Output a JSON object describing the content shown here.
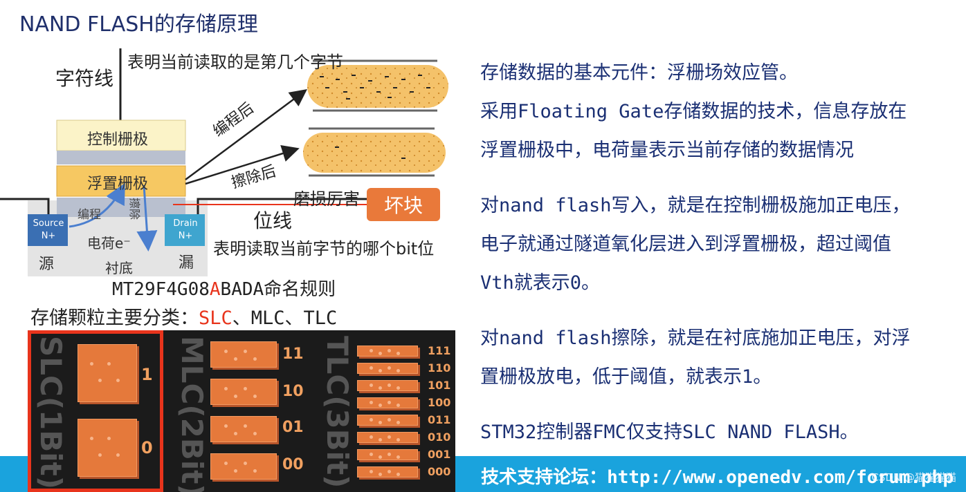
{
  "title": "NAND FLASH的存储原理",
  "diagram": {
    "word_line": "字符线",
    "word_line_note": "表明当前读取的是第几个字节",
    "control_gate": "控制栅极",
    "floating_gate": "浮置栅极",
    "after_program": "编程后",
    "after_erase": "擦除后",
    "wear": "磨损厉害",
    "bad_block": "坏块",
    "program": "编程",
    "erase": "擦除",
    "source": "Source",
    "source_np": "N+",
    "drain": "Drain",
    "drain_np": "N+",
    "charge": "电荷e⁻",
    "source_cn": "源",
    "drain_cn": "漏",
    "substrate": "衬底",
    "bit_line": "位线",
    "bit_line_note": "表明读取当前字节的哪个bit位",
    "naming_prefix": "MT29F4G08",
    "naming_highlight": "A",
    "naming_suffix": "BADA命名规则",
    "classify_prefix": "存储颗粒主要分类：",
    "classify_slc": "SLC",
    "classify_rest": "、MLC、TLC"
  },
  "cells": {
    "slc_label": "SLC(1Bit)",
    "mlc_label": "MLC(2Bit)",
    "tlc_label": "TLC(3Bit)",
    "slc_levels": [
      "1",
      "0"
    ],
    "mlc_levels": [
      "11",
      "10",
      "01",
      "00"
    ],
    "tlc_levels": [
      "111",
      "110",
      "101",
      "100",
      "011",
      "010",
      "001",
      "000"
    ]
  },
  "right_text": [
    "存储数据的基本元件：浮栅场效应管。",
    "采用Floating Gate存储数据的技术，信息存放在",
    "浮置栅极中，电荷量表示当前存储的数据情况",
    "",
    "对nand flash写入，就是在控制栅极施加正电压，",
    "电子就通过隧道氧化层进入到浮置栅极，超过阈值",
    "Vth就表示0。",
    "",
    "对nand flash擦除，就是在衬底施加正电压，对浮",
    "置栅极放电，低于阈值，就表示1。",
    "",
    "STM32控制器FMC仅支持SLC NAND FLASH。"
  ],
  "footer": {
    "text": "技术支持论坛：http://www.openedv.com/forum.php",
    "watermark": "CSDN @猫猫猫猫"
  },
  "colors": {
    "accent_red": "#e8341c",
    "orange": "#e8793b",
    "footer_blue": "#1aa3dd",
    "text_navy": "#1a2f73"
  }
}
